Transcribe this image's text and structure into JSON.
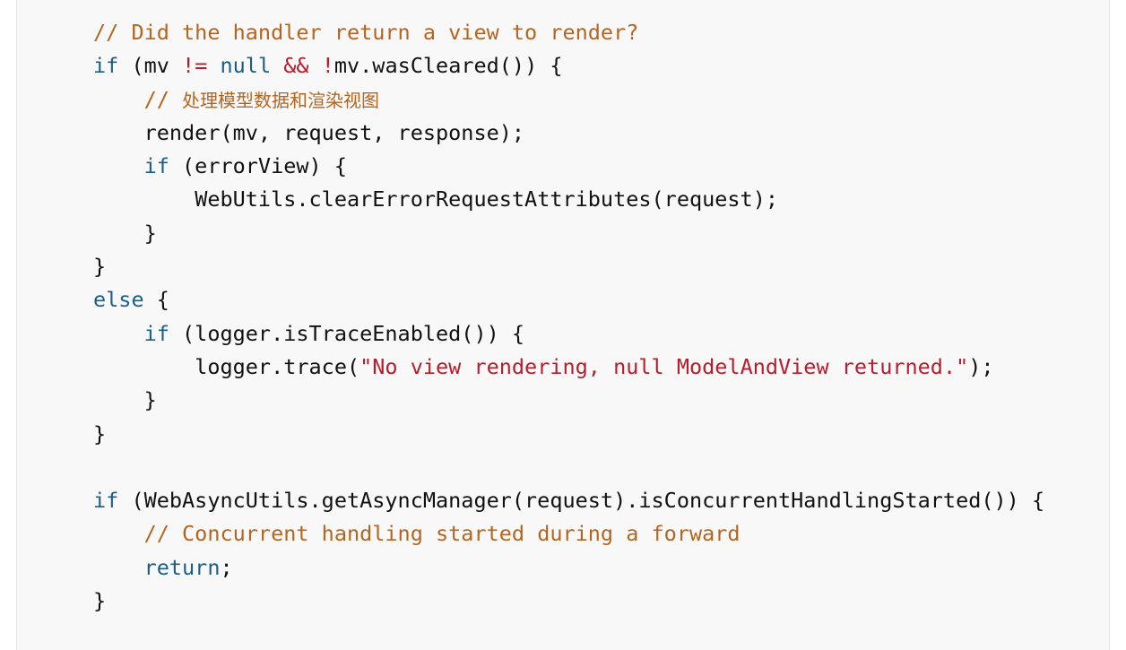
{
  "code_lines": [
    {
      "indent": "",
      "tokens": [
        {
          "t": "// Did the handler return a view to render?",
          "c": "cm"
        }
      ]
    },
    {
      "indent": "",
      "tokens": [
        {
          "t": "if",
          "c": "kw"
        },
        {
          "t": " (mv ",
          "c": "pl"
        },
        {
          "t": "!=",
          "c": "lit"
        },
        {
          "t": " ",
          "c": "pl"
        },
        {
          "t": "null",
          "c": "kw"
        },
        {
          "t": " ",
          "c": "pl"
        },
        {
          "t": "&&",
          "c": "lit"
        },
        {
          "t": " ",
          "c": "pl"
        },
        {
          "t": "!",
          "c": "lit"
        },
        {
          "t": "mv.wasCleared()) {",
          "c": "pl"
        }
      ]
    },
    {
      "indent": "    ",
      "tokens": [
        {
          "t": "// ",
          "c": "cm"
        },
        {
          "t": "处理模型数据和渲染视图",
          "c": "cm zh"
        }
      ]
    },
    {
      "indent": "    ",
      "tokens": [
        {
          "t": "render(mv, request, response);",
          "c": "pl"
        }
      ]
    },
    {
      "indent": "    ",
      "tokens": [
        {
          "t": "if",
          "c": "kw"
        },
        {
          "t": " (errorView) {",
          "c": "pl"
        }
      ]
    },
    {
      "indent": "        ",
      "tokens": [
        {
          "t": "WebUtils.clearErrorRequestAttributes(request);",
          "c": "pl"
        }
      ]
    },
    {
      "indent": "    ",
      "tokens": [
        {
          "t": "}",
          "c": "pl"
        }
      ]
    },
    {
      "indent": "",
      "tokens": [
        {
          "t": "}",
          "c": "pl"
        }
      ]
    },
    {
      "indent": "",
      "tokens": [
        {
          "t": "else",
          "c": "kw"
        },
        {
          "t": " {",
          "c": "pl"
        }
      ]
    },
    {
      "indent": "    ",
      "tokens": [
        {
          "t": "if",
          "c": "kw"
        },
        {
          "t": " (logger.isTraceEnabled()) {",
          "c": "pl"
        }
      ]
    },
    {
      "indent": "        ",
      "tokens": [
        {
          "t": "logger.trace(",
          "c": "pl"
        },
        {
          "t": "\"No view rendering, null ModelAndView returned.\"",
          "c": "str"
        },
        {
          "t": ");",
          "c": "pl"
        }
      ]
    },
    {
      "indent": "    ",
      "tokens": [
        {
          "t": "}",
          "c": "pl"
        }
      ]
    },
    {
      "indent": "",
      "tokens": [
        {
          "t": "}",
          "c": "pl"
        }
      ]
    },
    {
      "indent": "",
      "tokens": []
    },
    {
      "indent": "",
      "tokens": [
        {
          "t": "if",
          "c": "kw"
        },
        {
          "t": " (WebAsyncUtils.getAsyncManager(request).isConcurrentHandlingStarted()) {",
          "c": "pl"
        }
      ]
    },
    {
      "indent": "    ",
      "tokens": [
        {
          "t": "// Concurrent handling started during a forward",
          "c": "cm"
        }
      ]
    },
    {
      "indent": "    ",
      "tokens": [
        {
          "t": "return",
          "c": "kw"
        },
        {
          "t": ";",
          "c": "pl"
        }
      ]
    },
    {
      "indent": "",
      "tokens": [
        {
          "t": "}",
          "c": "pl"
        }
      ]
    }
  ],
  "colors": {
    "keyword": "#1b5f86",
    "comment": "#b5651d",
    "literal": "#b91c2c",
    "plain": "#111111",
    "background": "#f8f8f8"
  }
}
